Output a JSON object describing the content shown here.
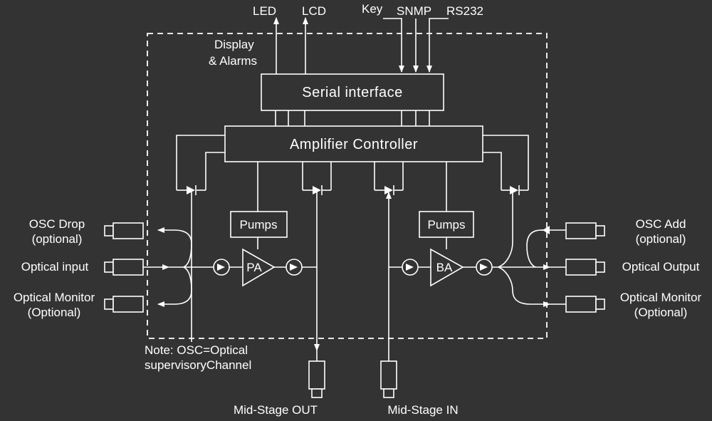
{
  "top_signals": {
    "led": "LED",
    "lcd": "LCD",
    "key": "Key",
    "snmp": "SNMP",
    "rs232": "RS232"
  },
  "display_alarms": [
    "Display",
    "& Alarms"
  ],
  "serial_interface": "Serial interface",
  "amplifier_controller": "Amplifier Controller",
  "pumps_left": "Pumps",
  "pumps_right": "Pumps",
  "pa": "PA",
  "ba": "BA",
  "left_ports": {
    "osc_drop": [
      "OSC Drop",
      "(optional)"
    ],
    "optical_input": "Optical input",
    "optical_monitor": [
      "Optical Monitor",
      "(Optional)"
    ]
  },
  "right_ports": {
    "osc_add": [
      "OSC Add",
      "(optional)"
    ],
    "optical_output": "Optical Output",
    "optical_monitor": [
      "Optical Monitor",
      "(Optional)"
    ]
  },
  "note": [
    "Note: OSC=Optical",
    "supervisoryChannel"
  ],
  "mid_stage_out": "Mid-Stage OUT",
  "mid_stage_in": "Mid-Stage IN",
  "colors": {
    "background": "#333333",
    "foreground": "#ffffff"
  }
}
